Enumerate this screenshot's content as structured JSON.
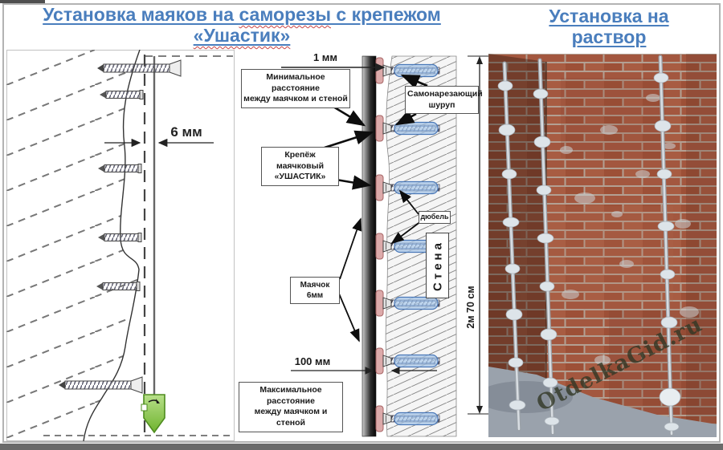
{
  "colors": {
    "title_blue": "#4a7ebd",
    "spellcheck_red": "#c94444",
    "plumb_green": "#85c542",
    "dowel_blue": "#a8c8ea",
    "clip_pink": "#dcaaaa",
    "beacon_dark": "#1a1a1a",
    "brick_red": "#a3573f",
    "bottom_bar_gray": "#6a6a6a"
  },
  "titles": {
    "left": {
      "part1": "Установка маяков на ",
      "part2": "саморезы",
      "part3": " с крепежом",
      "line2": "«Ушастик»"
    },
    "right": {
      "line1": "Установка на",
      "line2": "раствор"
    }
  },
  "left_diagram": {
    "gap_dimension": "6 мм"
  },
  "middle_diagram": {
    "top_gap_dimension": "1 мм",
    "min_distance_line1": "Минимальное расстояние",
    "min_distance_line2": "между маячком и стеной",
    "screw_line1": "Самонарезающий",
    "screw_line2": "шуруп",
    "fastener_line1": "Крепёж маячковый",
    "fastener_line2": "«УШАСТИК»",
    "dowel_label": "дюбель",
    "wall_label": "Стена",
    "beacon_label": "Маячок 6мм",
    "height_dimension": "2м 70 см",
    "max_gap_dimension": "100 мм",
    "max_distance_line1": "Максимальное расстояние",
    "max_distance_line2": "между маячком и стеной"
  },
  "photo": {
    "watermark": "OtdelkaGid.ru"
  }
}
